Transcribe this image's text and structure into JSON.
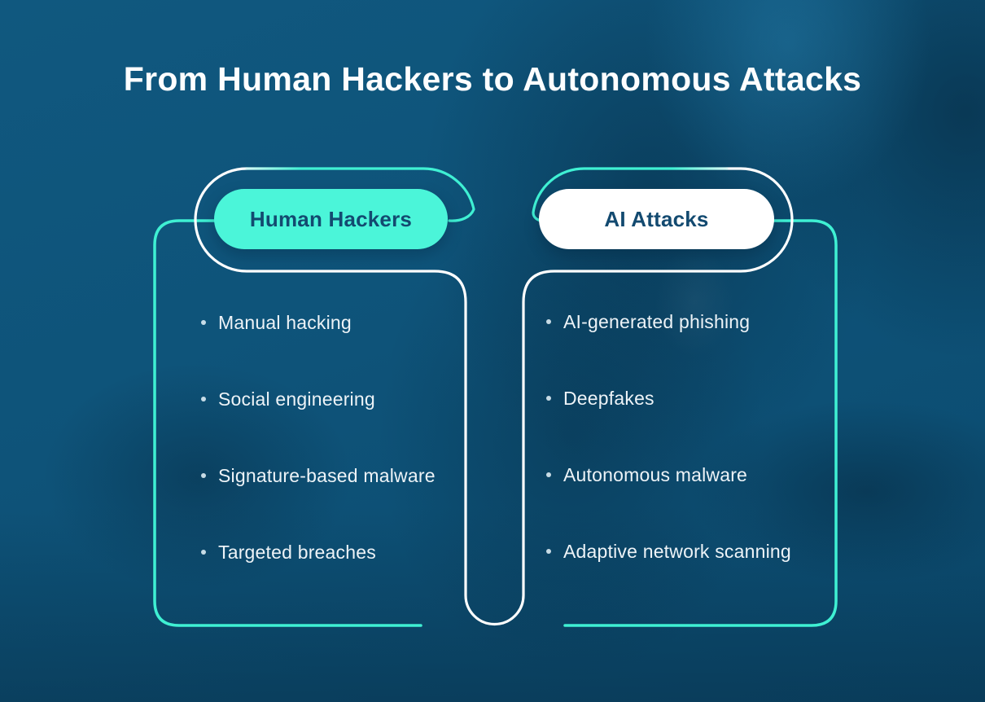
{
  "title": "From Human Hackers to Autonomous Attacks",
  "columns": [
    {
      "header": "Human Hackers",
      "header_style": "teal-filled",
      "items": [
        "Manual hacking",
        "Social engineering",
        "Signature-based malware",
        "Targeted breaches"
      ]
    },
    {
      "header": "AI Attacks",
      "header_style": "white-filled",
      "items": [
        "AI-generated phishing",
        "Deepfakes",
        "Autonomous malware",
        "Adaptive network scanning"
      ]
    }
  ],
  "colors": {
    "background": "#0E5379",
    "accent_teal": "#3FF0D3",
    "accent_white": "#FFFFFF",
    "pill_teal_fill": "#4BF5D9",
    "header_text": "#134A70",
    "body_text": "#EDF3F7",
    "title_text": "#FDFEFF"
  }
}
